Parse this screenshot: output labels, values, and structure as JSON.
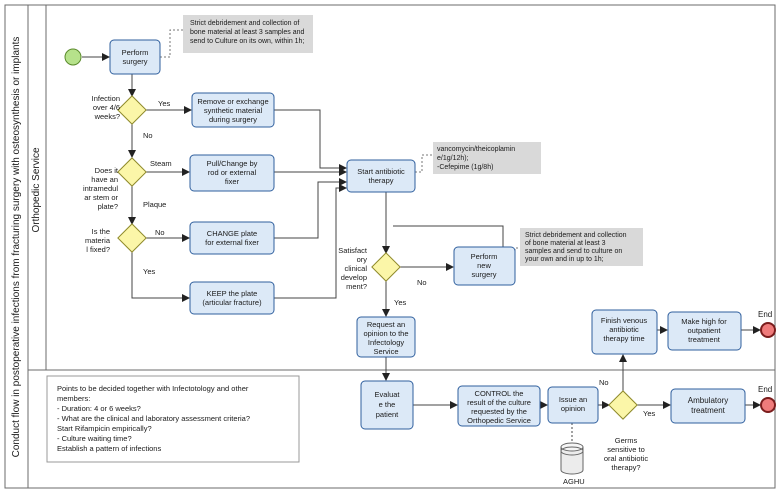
{
  "pool": {
    "title": "Conduct flow in postoperative infections from fracturing surgery with osteosynthesis or implants",
    "lane_orthopedic": "Orthopedic Service"
  },
  "tasks": {
    "perform_surgery": [
      "Perform",
      "surgery"
    ],
    "remove_exchange": [
      "Remove or exchange",
      "synthetic material",
      "during surgery"
    ],
    "pull_change": [
      "Pull/Change by",
      "rod or external",
      "fixer"
    ],
    "change_plate": [
      "CHANGE plate",
      "for external fixer"
    ],
    "keep_plate": [
      "KEEP the plate",
      "(articular fracture)"
    ],
    "start_antibiotic": [
      "Start antibiotic",
      "therapy"
    ],
    "perform_new_surgery": [
      "Perform",
      "new",
      "surgery"
    ],
    "request_opinion": [
      "Request an",
      "opinion to the",
      "Infectology",
      "Service"
    ],
    "evaluate_patient": [
      "Evaluat",
      "e the",
      "patient"
    ],
    "control_result": [
      "CONTROL the",
      "result of the culture",
      "requested by the",
      "Orthopedic Service"
    ],
    "issue_opinion": [
      "Issue an",
      "opinion"
    ],
    "finish_venous": [
      "Finish venous",
      "antibiotic",
      "therapy time"
    ],
    "make_high": [
      "Make high for",
      "outpatient",
      "treatment"
    ],
    "ambulatory": [
      "Ambulatory",
      "treatment"
    ]
  },
  "gateways": {
    "infection_q": [
      "Infection",
      "over 4/6",
      "weeks?"
    ],
    "stem_q": [
      "Does it",
      "have an",
      "intramedul",
      "ar stem or",
      "plate?"
    ],
    "fixed_q": [
      "Is the",
      "materia",
      "l fixed?"
    ],
    "satisfactory_q": [
      "Satisfact",
      "ory",
      "clinical",
      "develop",
      "ment?"
    ],
    "germs_q": [
      "Germs",
      "sensitive to",
      "oral antibiotic",
      "therapy?"
    ]
  },
  "edge_labels": {
    "yes1": "Yes",
    "no1": "No",
    "steam": "Steam",
    "plaque": "Plaque",
    "no2": "No",
    "yes2": "Yes",
    "no3": "No",
    "yes3": "Yes",
    "no4": "No",
    "yes4": "Yes"
  },
  "annotations": {
    "note1": [
      "Strict debridement and collection of",
      "bone material at least 3 samples and",
      "send to Culture on its own, within 1h;"
    ],
    "note2": [
      "vancomycin/theicoplamin",
      "e/1g/12h);",
      "-Cefepime (1g/8h)"
    ],
    "note3": [
      "Strict debridement and collection",
      "of bone material at least 3",
      "samples and send to culture on",
      "your own and in up to 1h;"
    ],
    "points": [
      "Points to be decided together with Infectotology and other",
      "members:",
      "- Duration: 4 or 6 weeks?",
      "- What are the clinical and laboratory assessment criteria?",
      "Start Rifampicin empirically?",
      "- Culture waiting time?",
      "Establish a pattern of infections"
    ]
  },
  "events": {
    "end1": "End",
    "end2": "End"
  },
  "datastore": {
    "label": "AGHU"
  },
  "colors": {
    "task_fill": "#dce9f7",
    "task_stroke": "#2f5f9e",
    "gateway_fill": "#fbf6a8",
    "gateway_stroke": "#8f8a2c",
    "start_fill": "#b6e28b",
    "end_fill": "#ef7b7b",
    "note_fill": "#d9d9d9"
  }
}
